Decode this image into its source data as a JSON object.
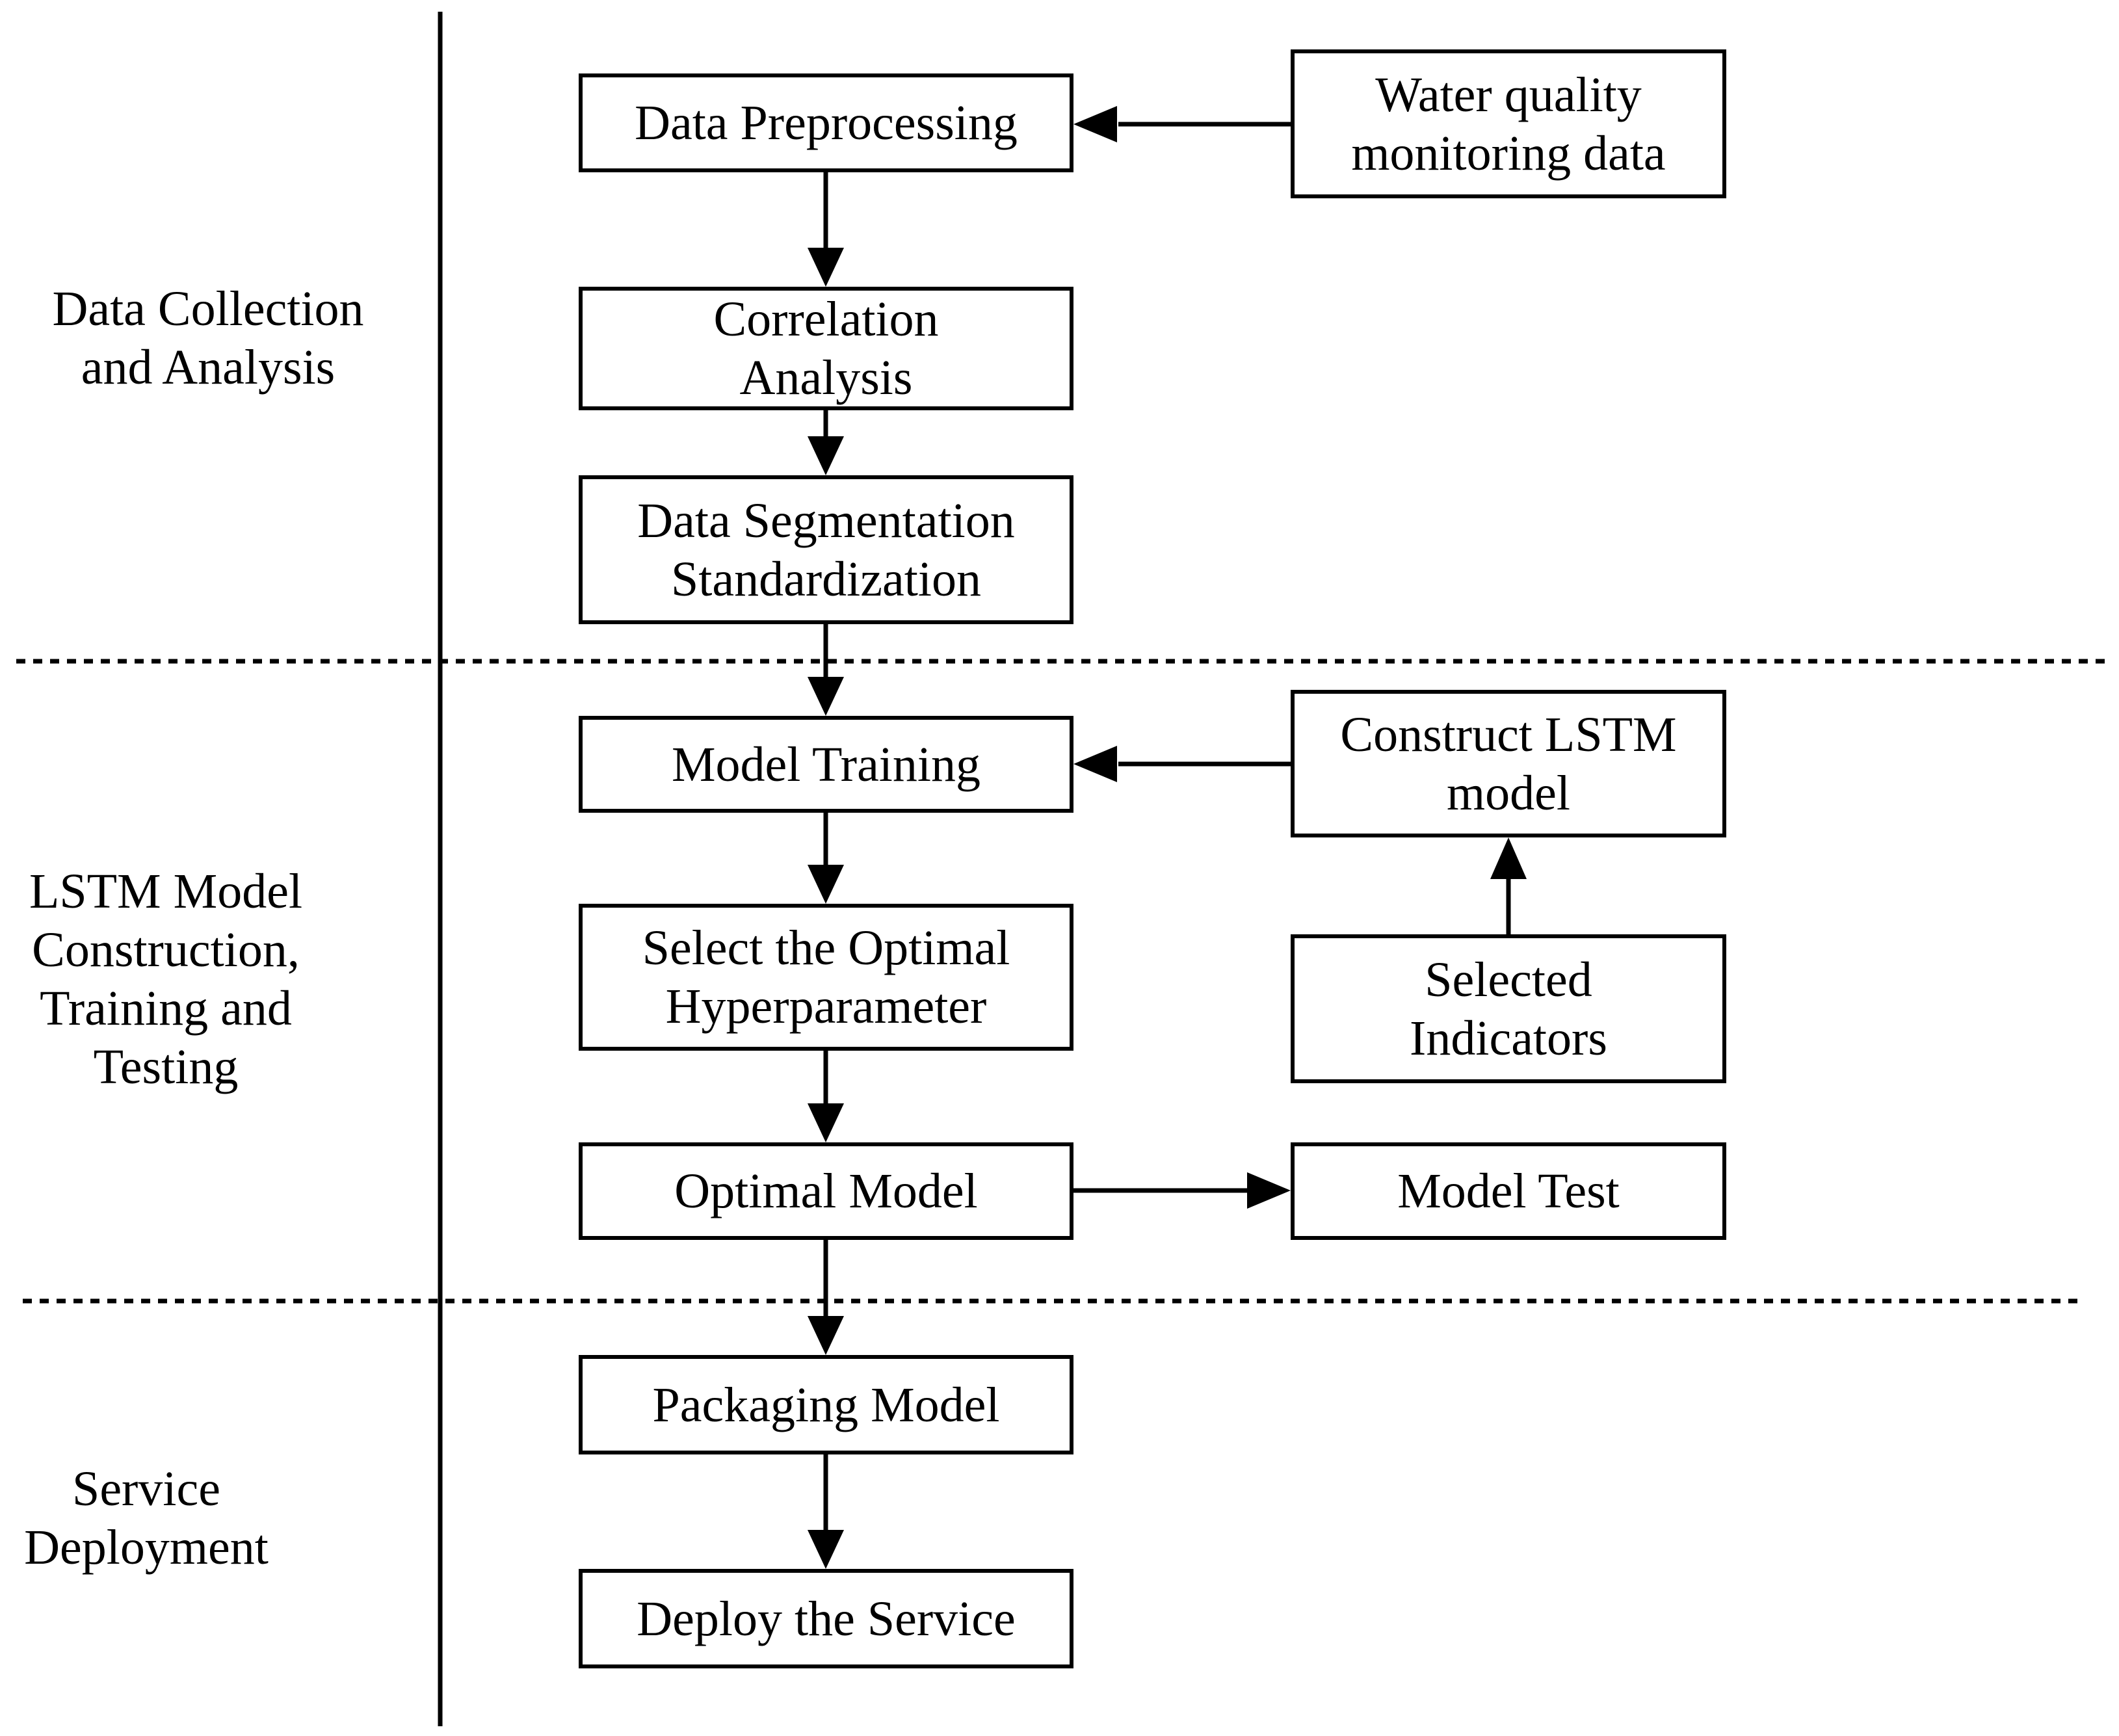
{
  "phases": [
    {
      "id": "collection",
      "lines": [
        "Data Collection",
        "and Analysis"
      ]
    },
    {
      "id": "lstm",
      "lines": [
        "LSTM Model",
        "Construction,",
        "Training and",
        "Testing"
      ]
    },
    {
      "id": "deployment",
      "lines": [
        "Service",
        "Deployment"
      ]
    }
  ],
  "boxes": {
    "data_preprocessing": [
      "Data Preprocessing"
    ],
    "water_quality": [
      "Water quality",
      "monitoring data"
    ],
    "correlation_analysis": [
      "Correlation",
      "Analysis"
    ],
    "data_segmentation": [
      "Data Segmentation",
      "Standardization"
    ],
    "model_training": [
      "Model Training"
    ],
    "construct_lstm": [
      "Construct LSTM",
      "model"
    ],
    "select_hyperparameter": [
      "Select the Optimal",
      "Hyperparameter"
    ],
    "selected_indicators": [
      "Selected",
      "Indicators"
    ],
    "optimal_model": [
      "Optimal Model"
    ],
    "model_test": [
      "Model Test"
    ],
    "packaging_model": [
      "Packaging Model"
    ],
    "deploy_service": [
      "Deploy the Service"
    ]
  },
  "connections": [
    {
      "from": "Water quality monitoring data",
      "to": "Data Preprocessing"
    },
    {
      "from": "Data Preprocessing",
      "to": "Correlation Analysis"
    },
    {
      "from": "Correlation Analysis",
      "to": "Data Segmentation Standardization"
    },
    {
      "from": "Data Segmentation Standardization",
      "to": "Model Training"
    },
    {
      "from": "Construct LSTM model",
      "to": "Model Training"
    },
    {
      "from": "Selected Indicators",
      "to": "Construct LSTM model"
    },
    {
      "from": "Model Training",
      "to": "Select the Optimal Hyperparameter"
    },
    {
      "from": "Select the Optimal Hyperparameter",
      "to": "Optimal Model"
    },
    {
      "from": "Optimal Model",
      "to": "Model Test"
    },
    {
      "from": "Optimal Model",
      "to": "Packaging Model"
    },
    {
      "from": "Packaging Model",
      "to": "Deploy the Service"
    }
  ]
}
